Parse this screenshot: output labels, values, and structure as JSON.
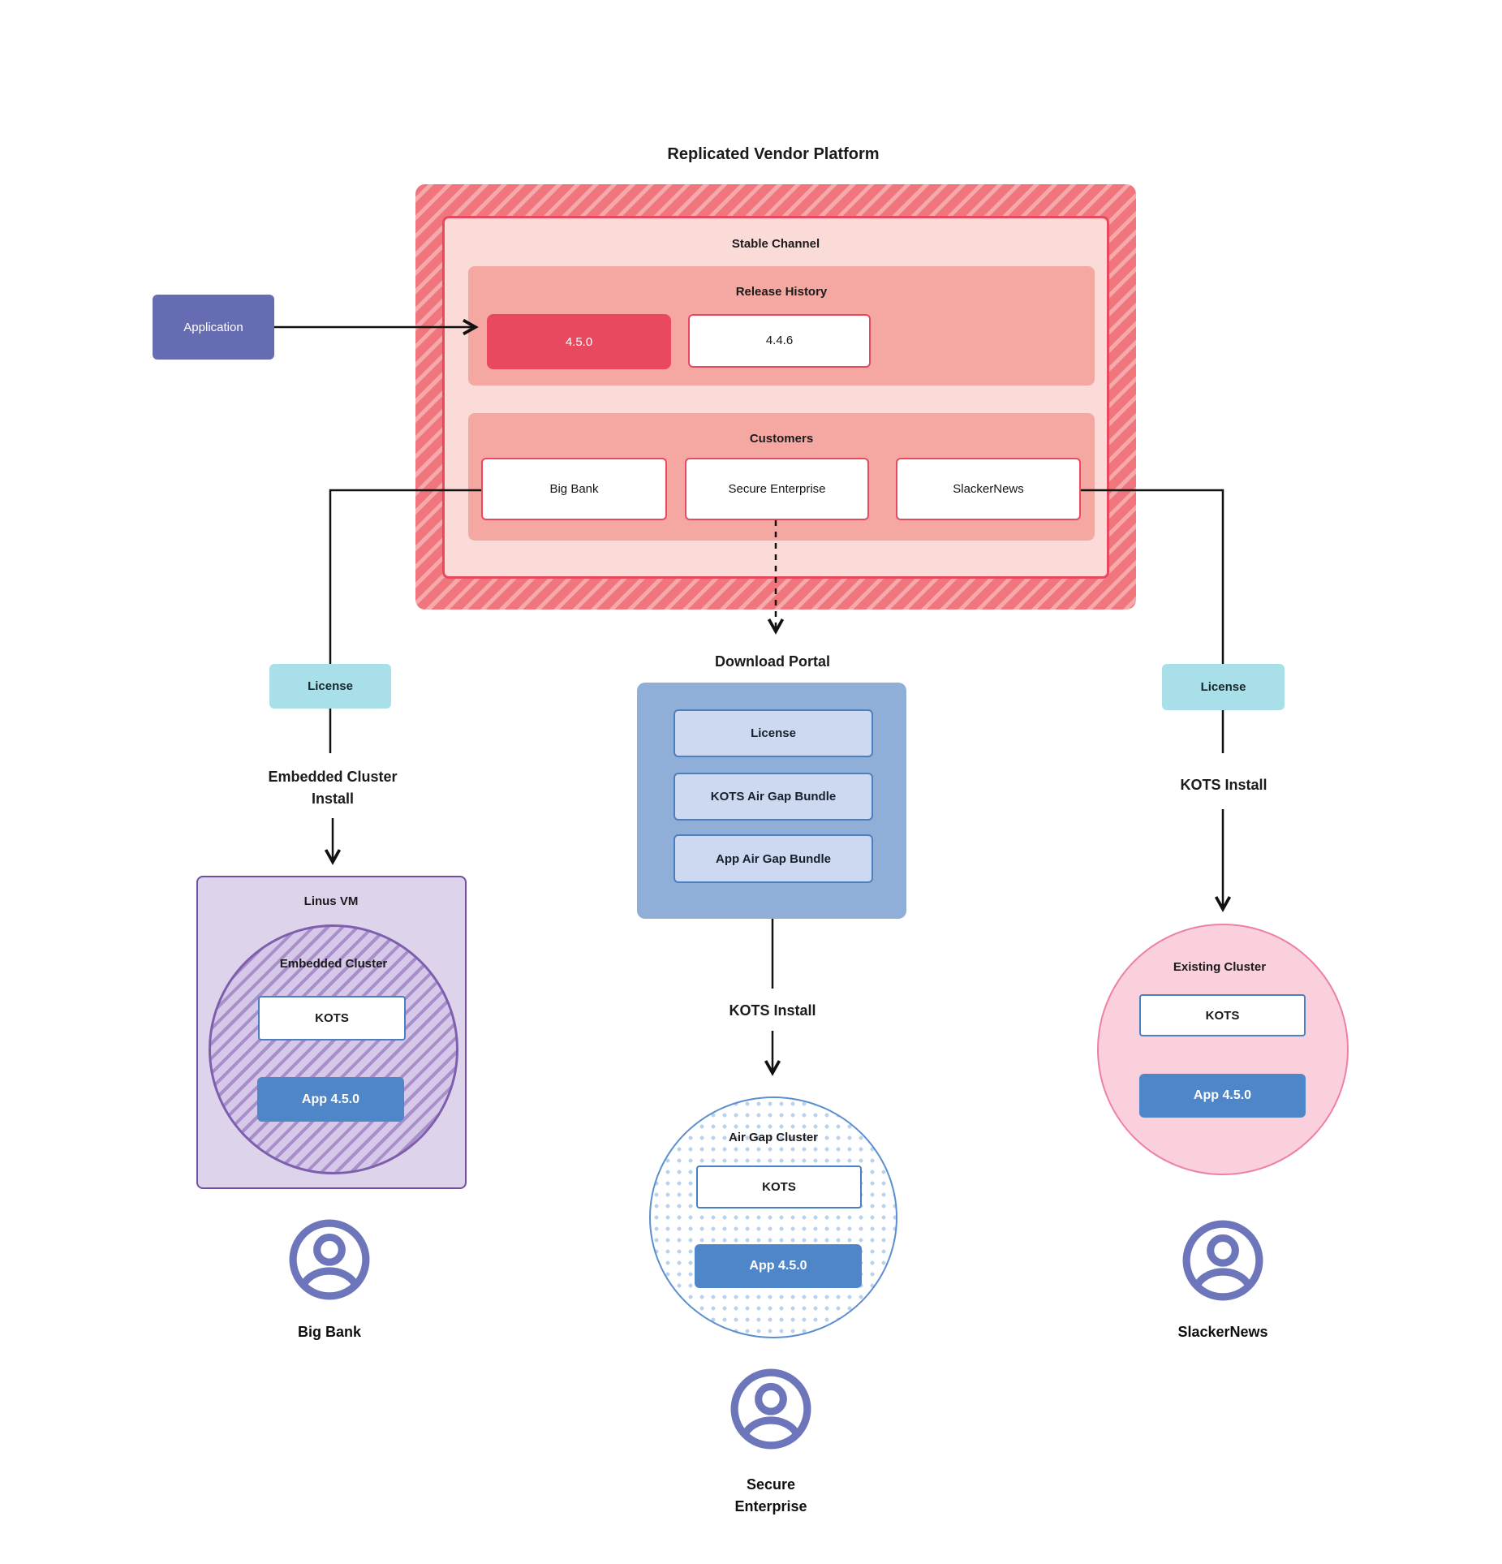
{
  "title": "Replicated Vendor Platform",
  "platform": {
    "stable_channel_label": "Stable Channel",
    "release_history": {
      "label": "Release History",
      "releases": [
        {
          "version": "4.5.0",
          "state": "active"
        },
        {
          "version": "4.4.6",
          "state": "previous"
        }
      ]
    },
    "customers": {
      "label": "Customers",
      "items": [
        "Big Bank",
        "Secure Enterprise",
        "SlackerNews"
      ]
    }
  },
  "application": {
    "label": "Application"
  },
  "left_flow": {
    "license_label": "License",
    "install_line1": "Embedded Cluster",
    "install_line2": "Install"
  },
  "middle_flow": {
    "portal_title": "Download Portal",
    "portal_items": [
      "License",
      "KOTS Air Gap Bundle",
      "App Air Gap Bundle"
    ],
    "install_label": "KOTS Install"
  },
  "right_flow": {
    "license_label": "License",
    "install_label": "KOTS Install"
  },
  "clusters": {
    "embedded": {
      "host_label": "Linus VM",
      "cluster_label": "Embedded Cluster",
      "kots_label": "KOTS",
      "app_label": "App 4.5.0"
    },
    "airgap": {
      "cluster_label": "Air Gap Cluster",
      "kots_label": "KOTS",
      "app_label": "App 4.5.0"
    },
    "existing": {
      "cluster_label": "Existing Cluster",
      "kots_label": "KOTS",
      "app_label": "App 4.5.0"
    }
  },
  "users": {
    "left": "Big Bank",
    "middle": "Secure Enterprise",
    "right": "SlackerNews"
  },
  "icons": {
    "user": "person-in-circle-icon"
  },
  "colors": {
    "platform_stripe_dark": "#f0757c",
    "platform_stripe_light": "#f6a9ab",
    "platform_inner_fill": "#fbdbd7",
    "platform_inner_border": "#e9495e",
    "section_fill": "#f5a8a2",
    "active_release_fill": "#e9495e",
    "application_fill": "#666cb2",
    "license_fill": "#a9dfe8",
    "portal_fill": "#8fafd9",
    "portal_item_fill": "#cdd8f1",
    "portal_item_border": "#4a7fc1",
    "app_box_fill": "#4f86c7",
    "kots_border": "#4a7fc1",
    "vm_fill": "#ddd4ec",
    "vm_border": "#6f4fa0",
    "embedded_circle_fill": "#d5c8e8",
    "embedded_circle_hatch": "#a98fc9",
    "embedded_circle_border": "#7d5fae",
    "airgap_dot": "#b9d3ee",
    "airgap_border": "#5b8fd0",
    "existing_fill": "#f9d0dc",
    "existing_border": "#ee7fa5",
    "user_icon": "#6d76bb",
    "connector": "#111111"
  }
}
